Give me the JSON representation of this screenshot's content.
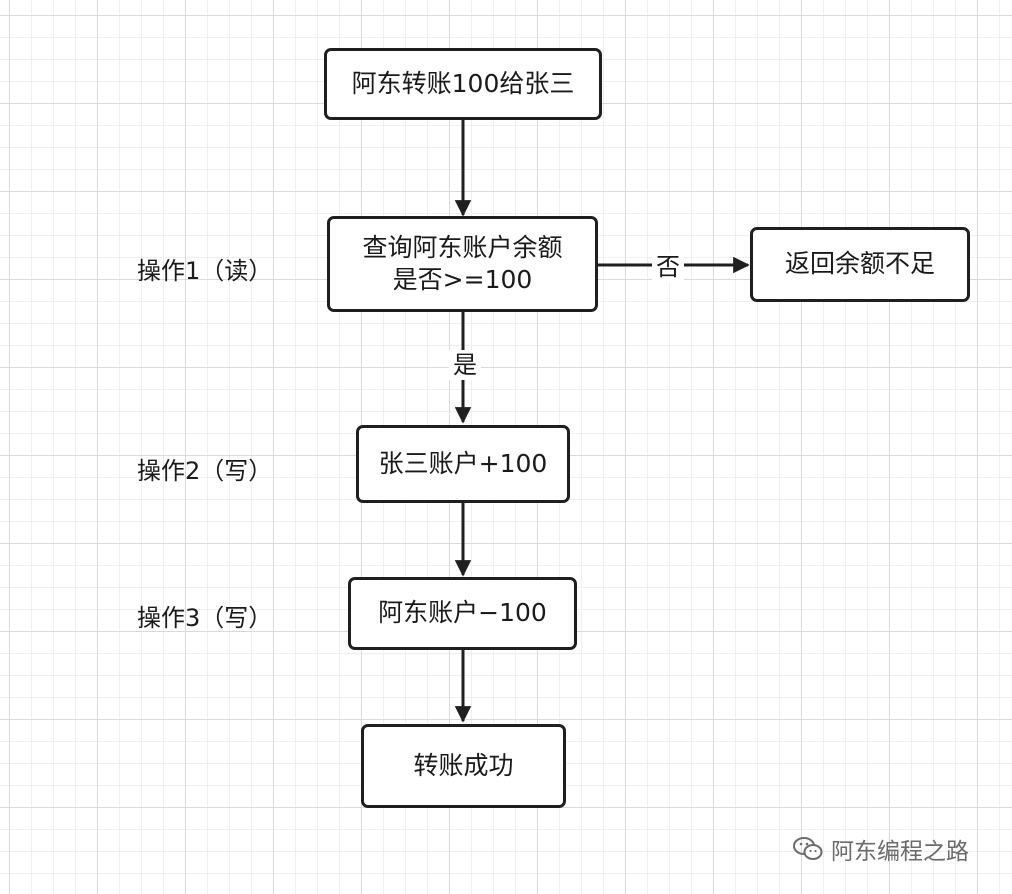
{
  "nodes": {
    "start": "阿东转账100给张三",
    "check": "查询阿东账户余额\n是否>=100",
    "insufficient": "返回余额不足",
    "credit": "张三账户+100",
    "debit": "阿东账户−100",
    "success": "转账成功"
  },
  "edge_labels": {
    "no": "否",
    "yes": "是"
  },
  "step_labels": {
    "op1": "操作1（读）",
    "op2": "操作2（写）",
    "op3": "操作3（写）"
  },
  "watermark": {
    "text": "阿东编程之路",
    "icon": "wechat-icon"
  }
}
